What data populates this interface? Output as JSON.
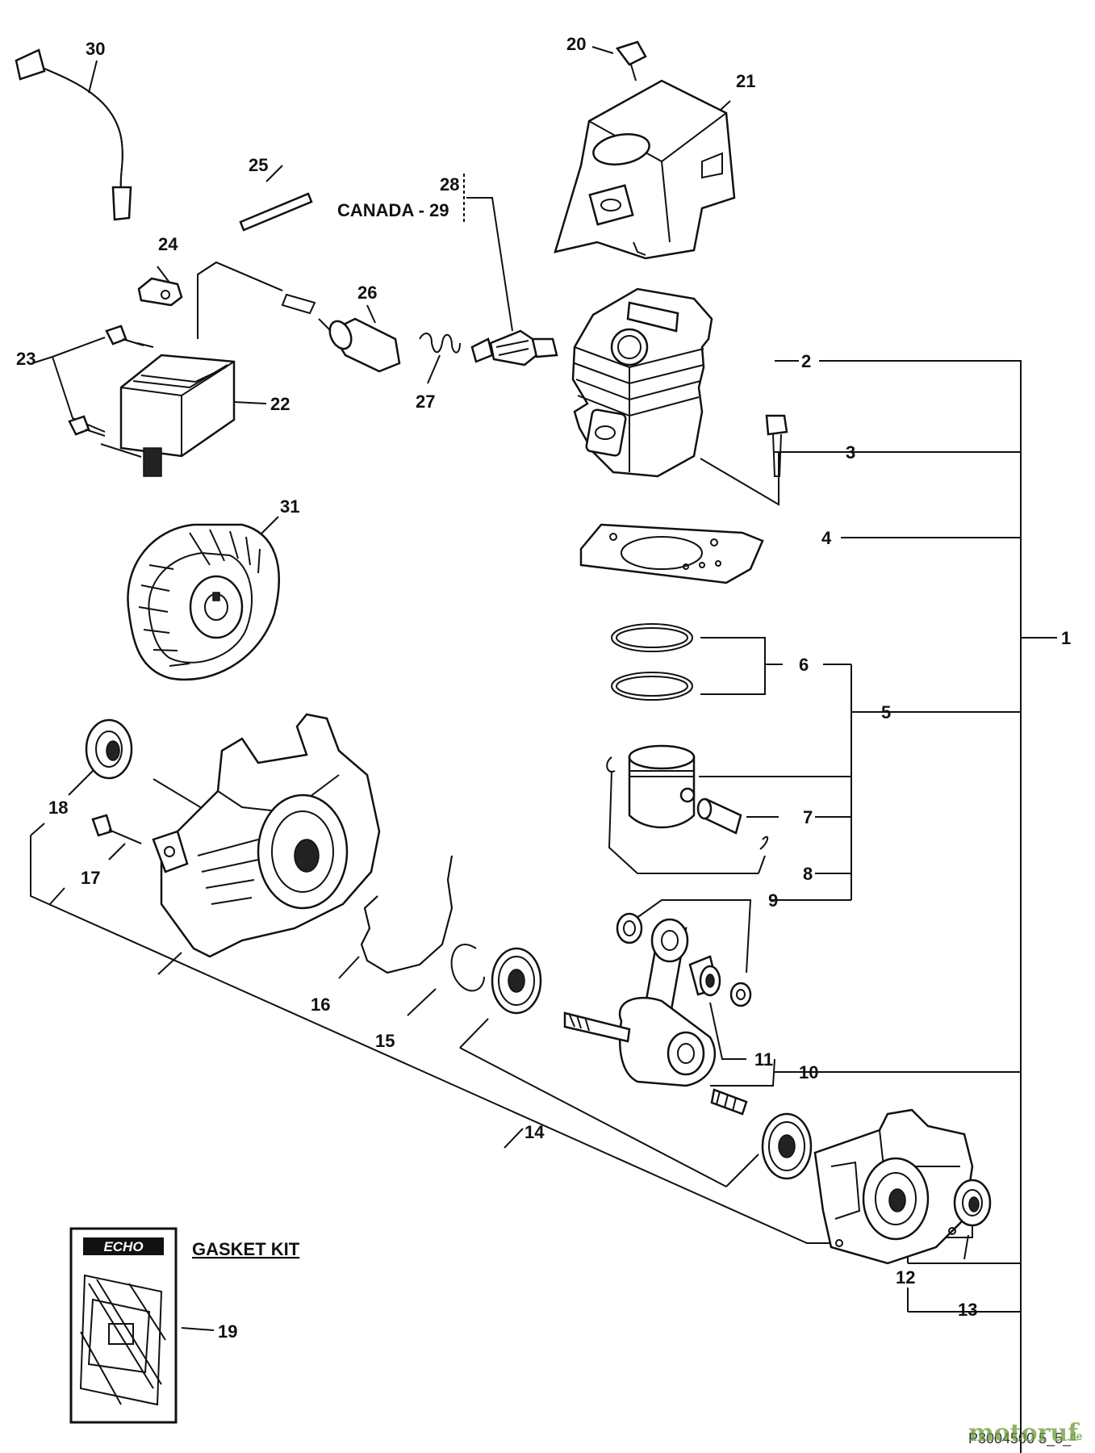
{
  "part_labels": {
    "p1": "1",
    "p2": "2",
    "p3": "3",
    "p4": "4",
    "p5": "5",
    "p6": "6",
    "p7": "7",
    "p8": "8",
    "p9": "9",
    "p10": "10",
    "p11": "11",
    "p12": "12",
    "p13": "13",
    "p14": "14",
    "p15": "15",
    "p16": "16",
    "p17": "17",
    "p18": "18",
    "p19": "19",
    "p20": "20",
    "p21": "21",
    "p22": "22",
    "p23": "23",
    "p24": "24",
    "p25": "25",
    "p26": "26",
    "p27": "27",
    "p28": "28",
    "p29": "CANADA - 29",
    "p30": "30",
    "p31": "31"
  },
  "gasket_kit": {
    "title": "GASKET KIT",
    "brand": "ECHO"
  },
  "footer": {
    "code": "P3004500 5_5_",
    "watermark": "motoruf",
    "watermark_suffix": ".de"
  }
}
